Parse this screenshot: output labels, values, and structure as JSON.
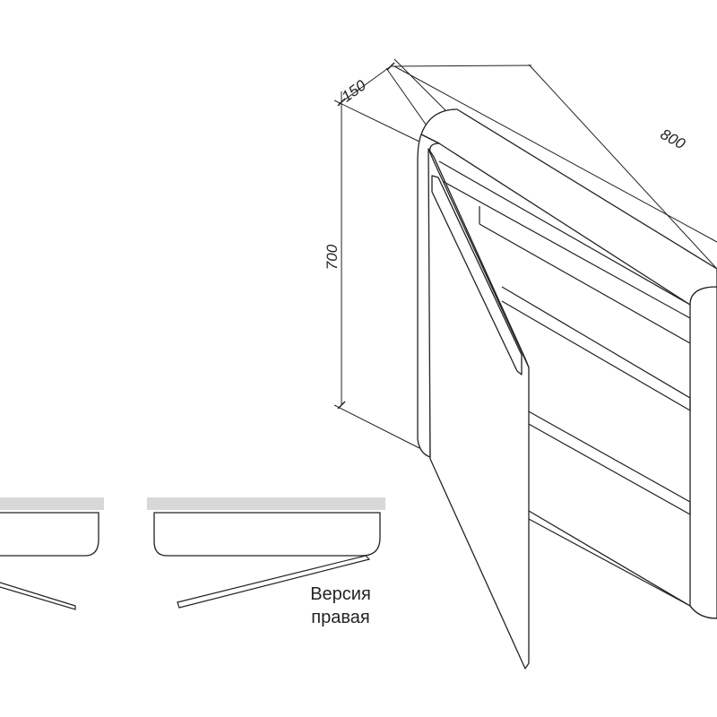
{
  "dimensions": {
    "depth": "150",
    "width": "800",
    "height": "700"
  },
  "caption": {
    "line1": "Версия",
    "line2": "правая"
  },
  "colors": {
    "line": "#222222",
    "wall": "#d8d8d8"
  }
}
